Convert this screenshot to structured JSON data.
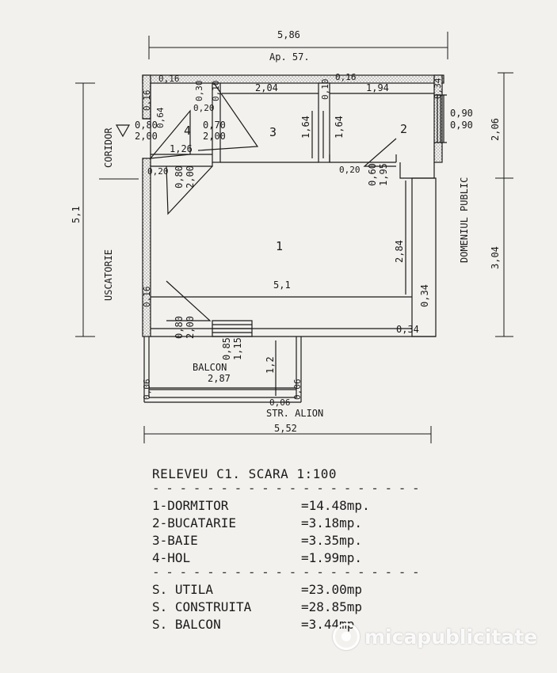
{
  "plan": {
    "apartment": "Ap. 57.",
    "dims": {
      "top_total": "5,86",
      "left_total": "5,1",
      "right_upper": "2,06",
      "right_lower": "3,04",
      "bottom_total": "5,52",
      "room3_width": "2,04",
      "room2_width": "1,94",
      "room3_height": "1,64",
      "room2_height": "1,64",
      "hol_width": "1,26",
      "room1_width": "5,1",
      "room1_height": "2,84",
      "right_wall": "0,34",
      "right_wall_bottom": "0,34",
      "balcon_width": "2,87",
      "balcon_depth": "1,2",
      "wall_top_left": "0,16",
      "wall_top_right": "0,16",
      "wall_top_far_right": "0,34",
      "wall_left_a": "0,16",
      "wall_left_b": "0,16",
      "inner_wall_a": "0,10",
      "inner_wall_b": "0,10",
      "wall_cor": "0,30",
      "wall_cor2": "0,20",
      "balcon_wall_left": "0,06",
      "balcon_wall_right": "0,06",
      "balcon_wall_bottom": "0,06",
      "small_20a": "0,20",
      "small_20b": "0,20"
    },
    "openings": {
      "entry_door": [
        "0,80",
        "2,00"
      ],
      "hol_door": [
        "0,70",
        "2,00"
      ],
      "bath_door": [
        "0,64"
      ],
      "hol_side_door": [
        "0,80",
        "2,00"
      ],
      "kitchen_door": [
        "0,60",
        "1,95"
      ],
      "window_right": [
        "0,90",
        "0,90"
      ],
      "balcony_door": [
        "0,80",
        "2,00"
      ],
      "balcony_window": [
        "0,85",
        "1,15"
      ]
    },
    "rooms": {
      "r1": "1",
      "r2": "2",
      "r3": "3",
      "r4": "4"
    },
    "labels": {
      "coridor": "CORIDOR",
      "uscatorie": "USCATORIE",
      "domeniul_public": "DOMENIUL PUBLIC",
      "balcon": "BALCON",
      "street": "STR. ALION"
    }
  },
  "legend": {
    "title": "RELEVEU C1. SCARA 1:100",
    "separator": "- - - - - - - - - - - - - - - - - - - - - - - - - - - - - - -",
    "rooms": [
      {
        "name": "1-DORMITOR",
        "value": "=14.48mp."
      },
      {
        "name": "2-BUCATARIE",
        "value": "=3.18mp."
      },
      {
        "name": "3-BAIE",
        "value": "=3.35mp."
      },
      {
        "name": "4-HOL",
        "value": "=1.99mp."
      }
    ],
    "totals": [
      {
        "name": "S. UTILA",
        "value": "=23.00mp"
      },
      {
        "name": "S. CONSTRUITA",
        "value": "=28.85mp"
      },
      {
        "name": "S. BALCON",
        "value": "=3.44mp"
      }
    ]
  },
  "watermark": "micapublicitate"
}
